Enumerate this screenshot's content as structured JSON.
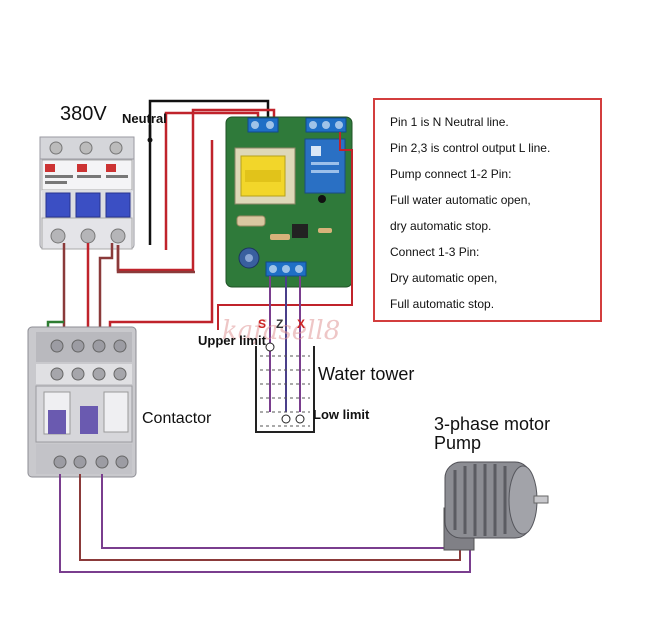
{
  "labels": {
    "voltage": "380V",
    "neutral": "Neutral",
    "upper_limit": "Upper limit",
    "low_limit": "Low limit",
    "water_tower": "Water tower",
    "contactor": "Contactor",
    "motor": "3-phase motor\nPump",
    "watermark": "kafasell8"
  },
  "board_pins": [
    "S",
    "Z",
    "X"
  ],
  "notes": [
    "Pin 1 is N Neutral line.",
    "Pin 2,3 is control output L line.",
    "Pump connect 1-2 Pin:",
    "Full water automatic open,",
    "dry automatic stop.",
    "Connect 1-3 Pin:",
    "Dry automatic open,",
    "Full automatic stop."
  ],
  "colors": {
    "wire_red": "#c0232b",
    "wire_brown": "#8b3a3a",
    "wire_black": "#111111",
    "wire_purple": "#7a3e8e",
    "wire_green": "#2e7d32",
    "note_border": "#d33d3d",
    "board_green": "#2f7a3a",
    "relay_blue": "#2a70c4",
    "terminal_blue": "#1f6fc6"
  }
}
